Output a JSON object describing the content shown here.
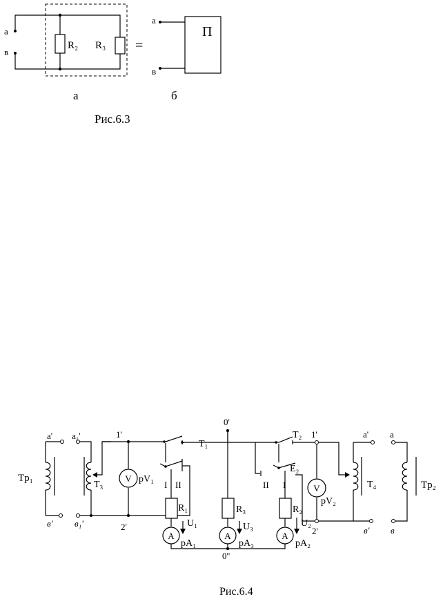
{
  "fig63": {
    "node_a": "а",
    "node_v": "в",
    "r2": "R₂",
    "r3": "R₃",
    "equals": "=",
    "box_label": "П",
    "right_a": "а",
    "right_v": "в",
    "sub_a": "а",
    "sub_b": "б",
    "caption": "Рис.6.3"
  },
  "fig64": {
    "a_prime_left": "а'",
    "a1_prime": "а₁'",
    "one_prime_left": "1'",
    "zero_prime": "0'",
    "t1": "T₁",
    "t2": "T₂",
    "one_prime_right": "1'",
    "a_prime_right": "а'",
    "a_right": "а",
    "tp1": "Tp₁",
    "t3": "T₃",
    "pv1": "pV₁",
    "v_meter": "V",
    "pos_I_left": "I",
    "pos_II_left": "II",
    "r1": "R₁",
    "u1": "U₁",
    "r3": "R₃",
    "u3": "U₃",
    "pos_II_right": "II",
    "pos_I_right": "I",
    "e2": "E₂",
    "r2": "R₂",
    "u2": "U₂",
    "pv2": "pV₂",
    "t4": "T₄",
    "tp2": "Tp₂",
    "v_prime_left": "в'",
    "v1_prime": "в₁'",
    "two_prime_left": "2'",
    "two_prime_right": "2'",
    "v_prime_right": "в'",
    "v_right": "в",
    "a_meter": "A",
    "pa1": "pA₁",
    "pa3": "pA₃",
    "pa2": "pA₂",
    "zero_dprime": "0''",
    "caption": "Рис.6.4"
  }
}
